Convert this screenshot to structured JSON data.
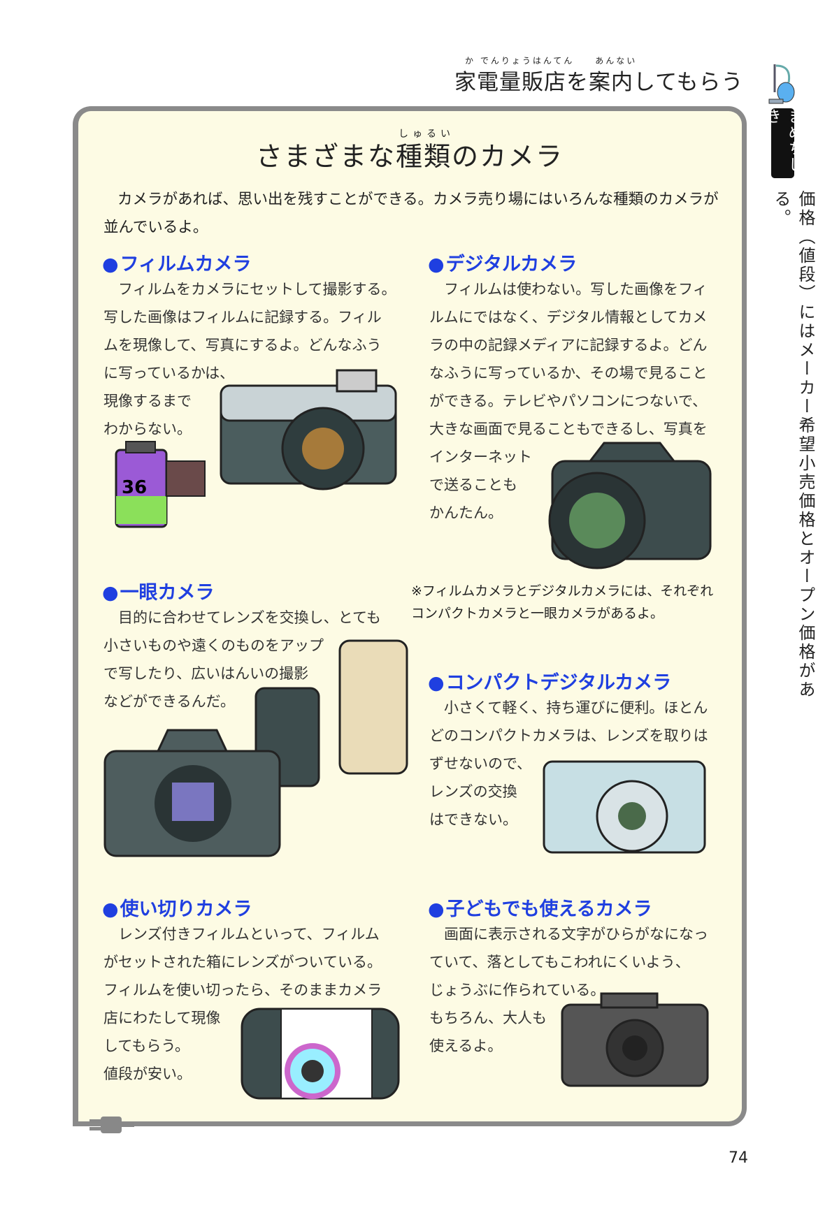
{
  "header": {
    "title": "家電量販店を案内してもらう",
    "ruby": "か でんりょうはんてん　　あんない"
  },
  "side": {
    "tab": "まめちしき",
    "text": "価格（値段）にはメーカー希望小売価格とオープン価格がある。"
  },
  "main": {
    "title": "さまざまな種類のカメラ",
    "title_ruby": "しゅるい",
    "intro": "カメラがあれば、思い出を残すことができる。カメラ売り場にはいろんな種類のカメラが並んでいるよ。",
    "sections": [
      {
        "heading": "フィルムカメラ",
        "body": "　フィルムをカメラにセットして撮影する。\n写した画像はフィルムに記録する。フィル\nムを現像して、写真にするよ。どんなふう\nに写っているかは、\n現像するまで\nわからない。"
      },
      {
        "heading": "デジタルカメラ",
        "body": "　フィルムは使わない。写した画像をフィ\nルムにではなく、デジタル情報としてカメ\nラの中の記録メディアに記録するよ。どん\nなふうに写っているか、その場で見ること\nができる。テレビやパソコンにつないで、\n大きな画面で見ることもできるし、写真を\nインターネット\nで送ることも\nかんたん。"
      },
      {
        "heading": "一眼カメラ",
        "body": "　目的に合わせてレンズを交換し、とても\n小さいものや遠くのものをアップ\nで写したり、広いはんいの撮影\nなどができるんだ。"
      },
      {
        "heading": "コンパクトデジタルカメラ",
        "body": "　小さくて軽く、持ち運びに便利。ほとん\nどのコンパクトカメラは、レンズを取りは\nずせないので、\nレンズの交換\nはできない。"
      },
      {
        "heading": "使い切りカメラ",
        "body": "　レンズ付きフィルムといって、フィルム\nがセットされた箱にレンズがついている。\nフィルムを使い切ったら、そのままカメラ\n店にわたして現像\nしてもらう。\n値段が安い。"
      },
      {
        "heading": "子どもでも使えるカメラ",
        "body": "　画面に表示される文字がひらがなになっ\nていて、落としてもこわれにくいよう、\nじょうぶに作られている。\nもちろん、大人も\n使えるよ。"
      }
    ],
    "note": "※フィルムカメラとデジタルカメラには、それぞれ\nコンパクトカメラと一眼カメラがあるよ。",
    "film_label": "36"
  },
  "page_number": "74"
}
